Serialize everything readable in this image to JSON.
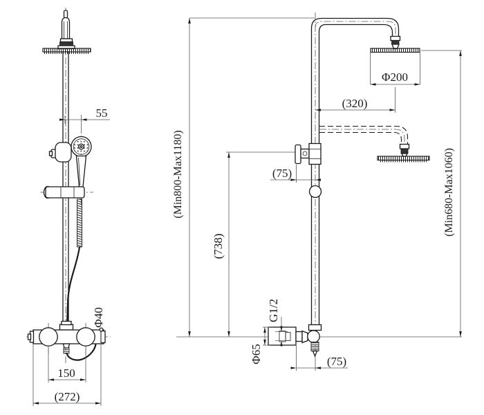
{
  "drawing": {
    "background": "#ffffff",
    "line_color": "#1a1a1a",
    "labels": {
      "dim_55": "55",
      "dim_150": "150",
      "dim_272": "(272)",
      "dia_40": "Φ40",
      "dim_320": "(320)",
      "dia_200": "Φ200",
      "dim_75_upper": "(75)",
      "dim_738": "(738)",
      "range_riser": "(Min800-Max1180)",
      "range_head": "(Min680-Max1060)",
      "thread": "G1/2",
      "dia_65": "Φ65",
      "dim_75_lower": "(75)"
    }
  }
}
